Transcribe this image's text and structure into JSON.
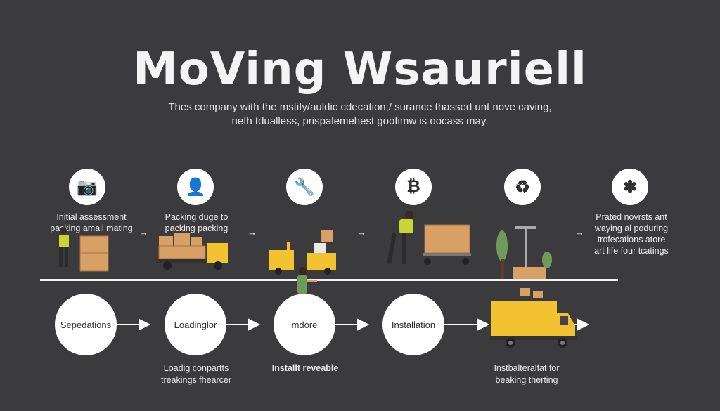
{
  "title": "MoVing Wsauriell",
  "subtitle_line1": "Thes company with the mstify/auldic cdecation;/ surance thassed unt nove caving,",
  "subtitle_line2": "nefh tdualless, prispalemehest goofimw is oocass may.",
  "top_steps": [
    {
      "icon": "camera-icon",
      "glyph": "📷",
      "label_lines": [
        "Initial assessment",
        "packing amall mating"
      ]
    },
    {
      "icon": "person-icon",
      "glyph": "👤",
      "label_lines": [
        "Packing duge to",
        "packing packing"
      ]
    },
    {
      "icon": "tools-icon",
      "glyph": "🔧",
      "label_lines": []
    },
    {
      "icon": "bitcoin-icon",
      "glyph": "₿",
      "label_lines": []
    },
    {
      "icon": "recycle-icon",
      "glyph": "♻",
      "label_lines": []
    },
    {
      "icon": "helper-icon",
      "glyph": "✽",
      "label_lines": [
        "Prated novrsts ant",
        "waying al poduring",
        "trofecations atore",
        "art life four tcatings"
      ]
    }
  ],
  "top_arrows": [
    "→",
    "→",
    "→",
    "→"
  ],
  "bottom_steps": [
    {
      "label": "Sepedations"
    },
    {
      "label": "Loadinglor"
    },
    {
      "label": "mdore"
    },
    {
      "label": "Installation"
    }
  ],
  "bottom_captions": {
    "second": [
      "Loadig conpartts",
      "treakings fhearcer"
    ],
    "third": [
      "Installt reveable"
    ],
    "fifth": [
      "Instbalteralfat for",
      "beaking therting"
    ]
  },
  "colors": {
    "background": "#3b3b3d",
    "box": "#d9a066",
    "truck": "#f2c230",
    "worker_vest": "#c8d635",
    "plant": "#6f9a5a"
  }
}
